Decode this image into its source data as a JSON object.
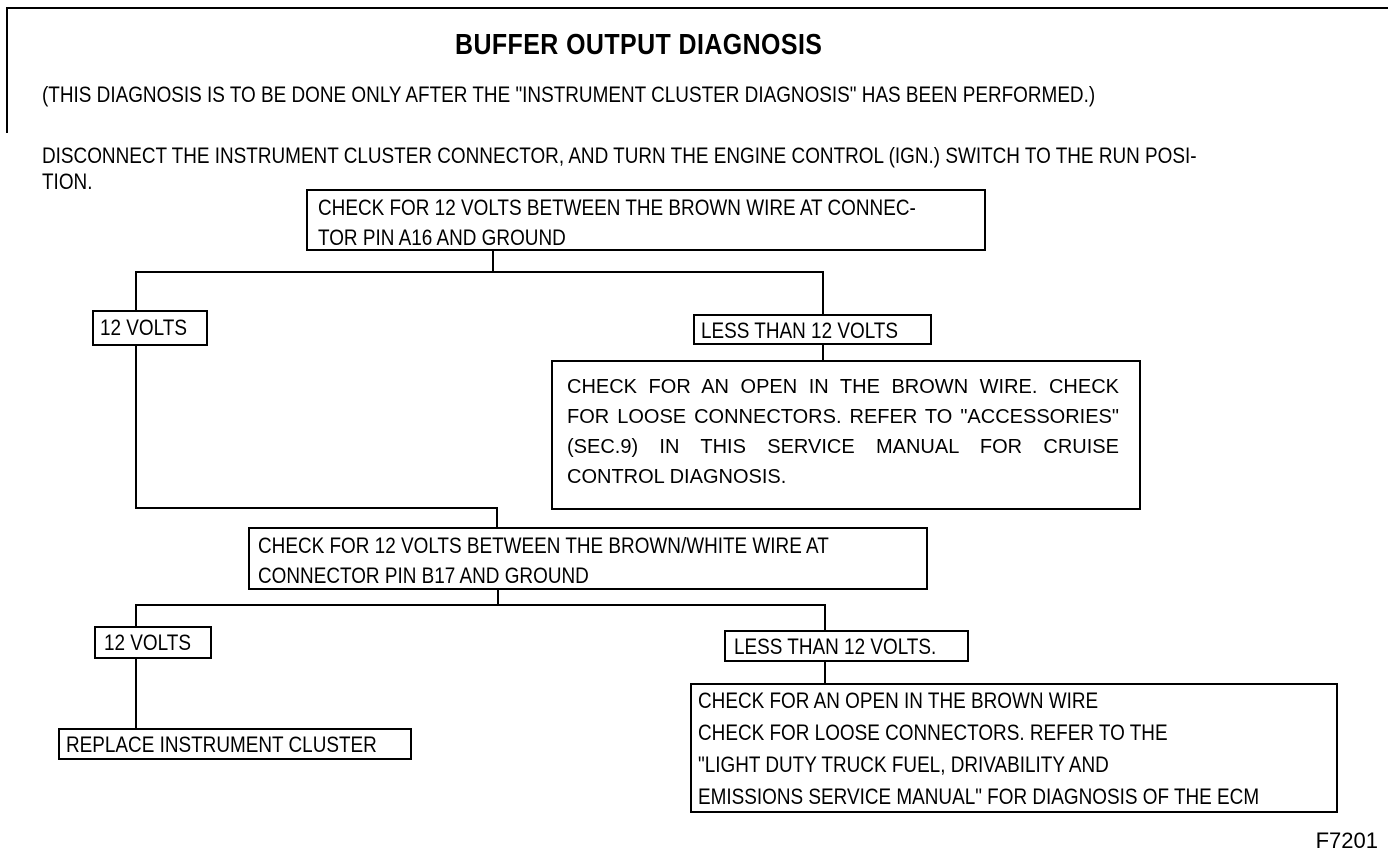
{
  "diagram": {
    "title": "BUFFER OUTPUT DIAGNOSIS",
    "note": "(THIS DIAGNOSIS IS TO BE DONE ONLY AFTER THE \"INSTRUMENT CLUSTER DIAGNOSIS\" HAS BEEN PERFORMED.)",
    "instruction_line1": "DISCONNECT THE INSTRUMENT CLUSTER CONNECTOR, AND TURN THE ENGINE CONTROL (IGN.) SWITCH TO THE RUN POSI-",
    "instruction_line2": "TION.",
    "step1": {
      "line1": "CHECK FOR 12 VOLTS BETWEEN THE BROWN WIRE AT CONNEC-",
      "line2": "TOR PIN A16 AND GROUND"
    },
    "step1_yes_label": "12 VOLTS",
    "step1_no_label": "LESS THAN 12 VOLTS",
    "step1_no_action": {
      "line1": "CHECK FOR AN OPEN IN THE BROWN WIRE. CHECK",
      "line2": "FOR LOOSE CONNECTORS. REFER TO \"ACCESSORIES\"",
      "line3": "(SEC.9) IN THIS SERVICE MANUAL FOR CRUISE",
      "line4": "CONTROL DIAGNOSIS."
    },
    "step2": {
      "line1": "CHECK FOR 12 VOLTS BETWEEN THE BROWN/WHITE WIRE AT",
      "line2": "CONNECTOR PIN B17 AND GROUND"
    },
    "step2_yes_label": "12 VOLTS",
    "step2_yes_action": "REPLACE INSTRUMENT CLUSTER",
    "step2_no_label": "LESS THAN 12 VOLTS.",
    "step2_no_action": {
      "line1": "CHECK FOR AN OPEN IN THE BROWN WIRE",
      "line2": "CHECK FOR LOOSE CONNECTORS. REFER TO THE",
      "line3": "\"LIGHT DUTY TRUCK FUEL, DRIVABILITY AND",
      "line4": "EMISSIONS SERVICE MANUAL\" FOR DIAGNOSIS OF THE ECM"
    },
    "figure_number": "F7201"
  }
}
